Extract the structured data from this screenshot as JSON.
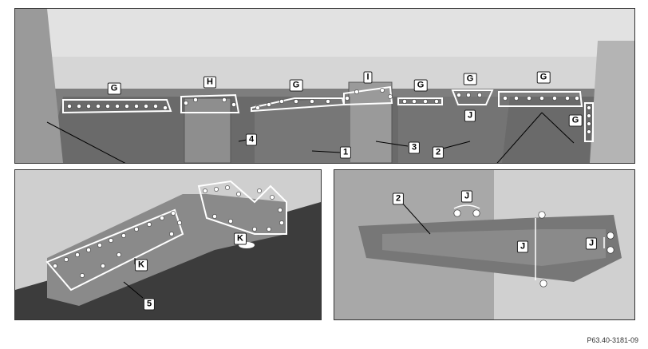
{
  "labels": {
    "G": "G",
    "H": "H",
    "I": "I",
    "J": "J",
    "K": "K",
    "n1": "1",
    "n2": "2",
    "n3": "3",
    "n4": "4",
    "n5": "5"
  },
  "reference": "P63.40-3181-09",
  "colors": {
    "background": "#c9c9c9",
    "shadow": "#6f6f6f",
    "part": "#8c8c8c",
    "outline": "#ffffff",
    "weld_point": "#ffffff"
  }
}
